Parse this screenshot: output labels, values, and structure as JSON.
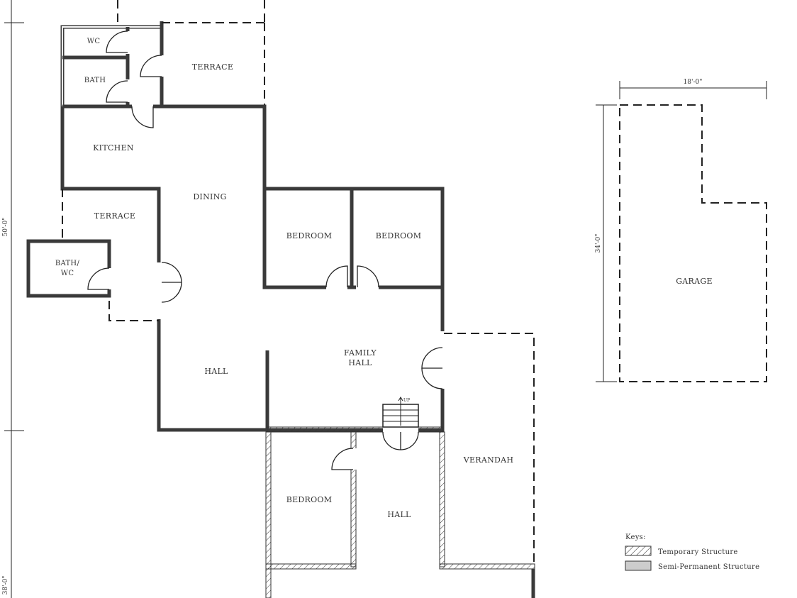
{
  "rooms": {
    "wc": "WC",
    "bath": "BATH",
    "terrace_top": "TERRACE",
    "kitchen": "KITCHEN",
    "dining": "DINING",
    "terrace_left": "TERRACE",
    "bath_wc_line1": "BATH/",
    "bath_wc_line2": "WC",
    "bedroom_1": "BEDROOM",
    "bedroom_2": "BEDROOM",
    "family_hall_line1": "FAMILY",
    "family_hall_line2": "HALL",
    "hall_left": "HALL",
    "bedroom_3": "BEDROOM",
    "hall_lower": "HALL",
    "verandah": "VERANDAH",
    "garage": "GARAGE"
  },
  "dimensions": {
    "garage_width": "18'-0\"",
    "garage_depth": "34'-0\"",
    "left_upper": "50'-0\"",
    "left_lower": "38'-0\""
  },
  "stair_label": "UP",
  "legend": {
    "title": "Keys:",
    "items": [
      {
        "label": "Temporary Structure",
        "pattern": "hatched"
      },
      {
        "label": "Semi-Permanent Structure",
        "pattern": "solid",
        "color": "#cccccc"
      }
    ]
  }
}
